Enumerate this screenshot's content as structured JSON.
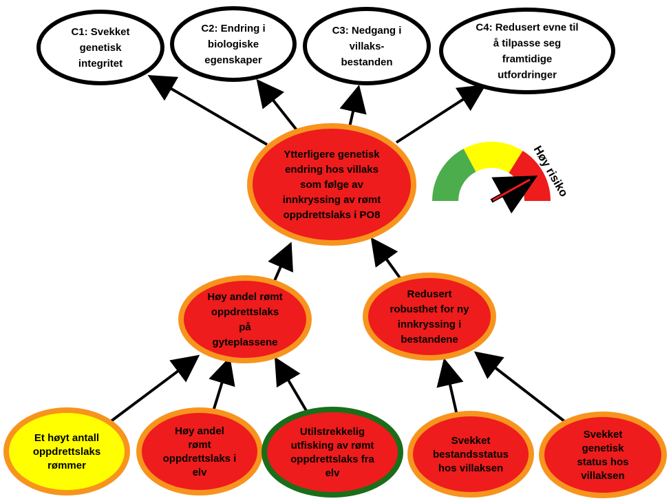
{
  "diagram": {
    "outcomes": [
      {
        "id": "c1",
        "lines": [
          "C1: Svekket",
          "genetisk",
          "integritet"
        ]
      },
      {
        "id": "c2",
        "lines": [
          "C2: Endring i",
          "biologiske",
          "egenskaper"
        ]
      },
      {
        "id": "c3",
        "lines": [
          "C3: Nedgang i",
          "villaks-",
          "bestanden"
        ]
      },
      {
        "id": "c4",
        "lines": [
          "C4: Redusert evne til",
          "å tilpasse seg",
          "framtidige",
          "utfordringer"
        ]
      }
    ],
    "central": {
      "id": "central",
      "lines": [
        "Ytterligere genetisk",
        "endring hos villaks",
        "som følge av",
        "innkryssing av rømt",
        "oppdrettslaks i PO8"
      ]
    },
    "mid": [
      {
        "id": "mid-left",
        "lines": [
          "Høy andel rømt",
          "oppdrettslaks",
          "på",
          "gyteplassene"
        ]
      },
      {
        "id": "mid-right",
        "lines": [
          "Redusert",
          "robusthet for ny",
          "innkryssing i",
          "bestandene"
        ]
      }
    ],
    "factors": [
      {
        "id": "f1",
        "status": "yellow",
        "lines": [
          "Et høyt antall",
          "oppdrettslaks",
          "rømmer"
        ]
      },
      {
        "id": "f2",
        "status": "red",
        "lines": [
          "Høy andel",
          "rømt",
          "oppdrettslaks i",
          "elv"
        ]
      },
      {
        "id": "f3",
        "status": "red-green",
        "lines": [
          "Utilstrekkelig",
          "utfisking av rømt",
          "oppdrettslaks fra",
          "elv"
        ]
      },
      {
        "id": "f4",
        "status": "red",
        "lines": [
          "Svekket",
          "bestandsstatus",
          "hos villaksen"
        ]
      },
      {
        "id": "f5",
        "status": "red",
        "lines": [
          "Svekket",
          "genetisk",
          "status hos",
          "villaksen"
        ]
      }
    ],
    "gauge": {
      "label": "Høy risiko",
      "level": "high"
    }
  },
  "colors": {
    "red": "#ee1c1c",
    "orange": "#f7941d",
    "yellow": "#ffff00",
    "green": "#1a6e1a",
    "gauge_green": "#4cad4c",
    "gauge_yellow": "#ffff00",
    "gauge_red": "#ee1c1c",
    "black": "#000000"
  }
}
